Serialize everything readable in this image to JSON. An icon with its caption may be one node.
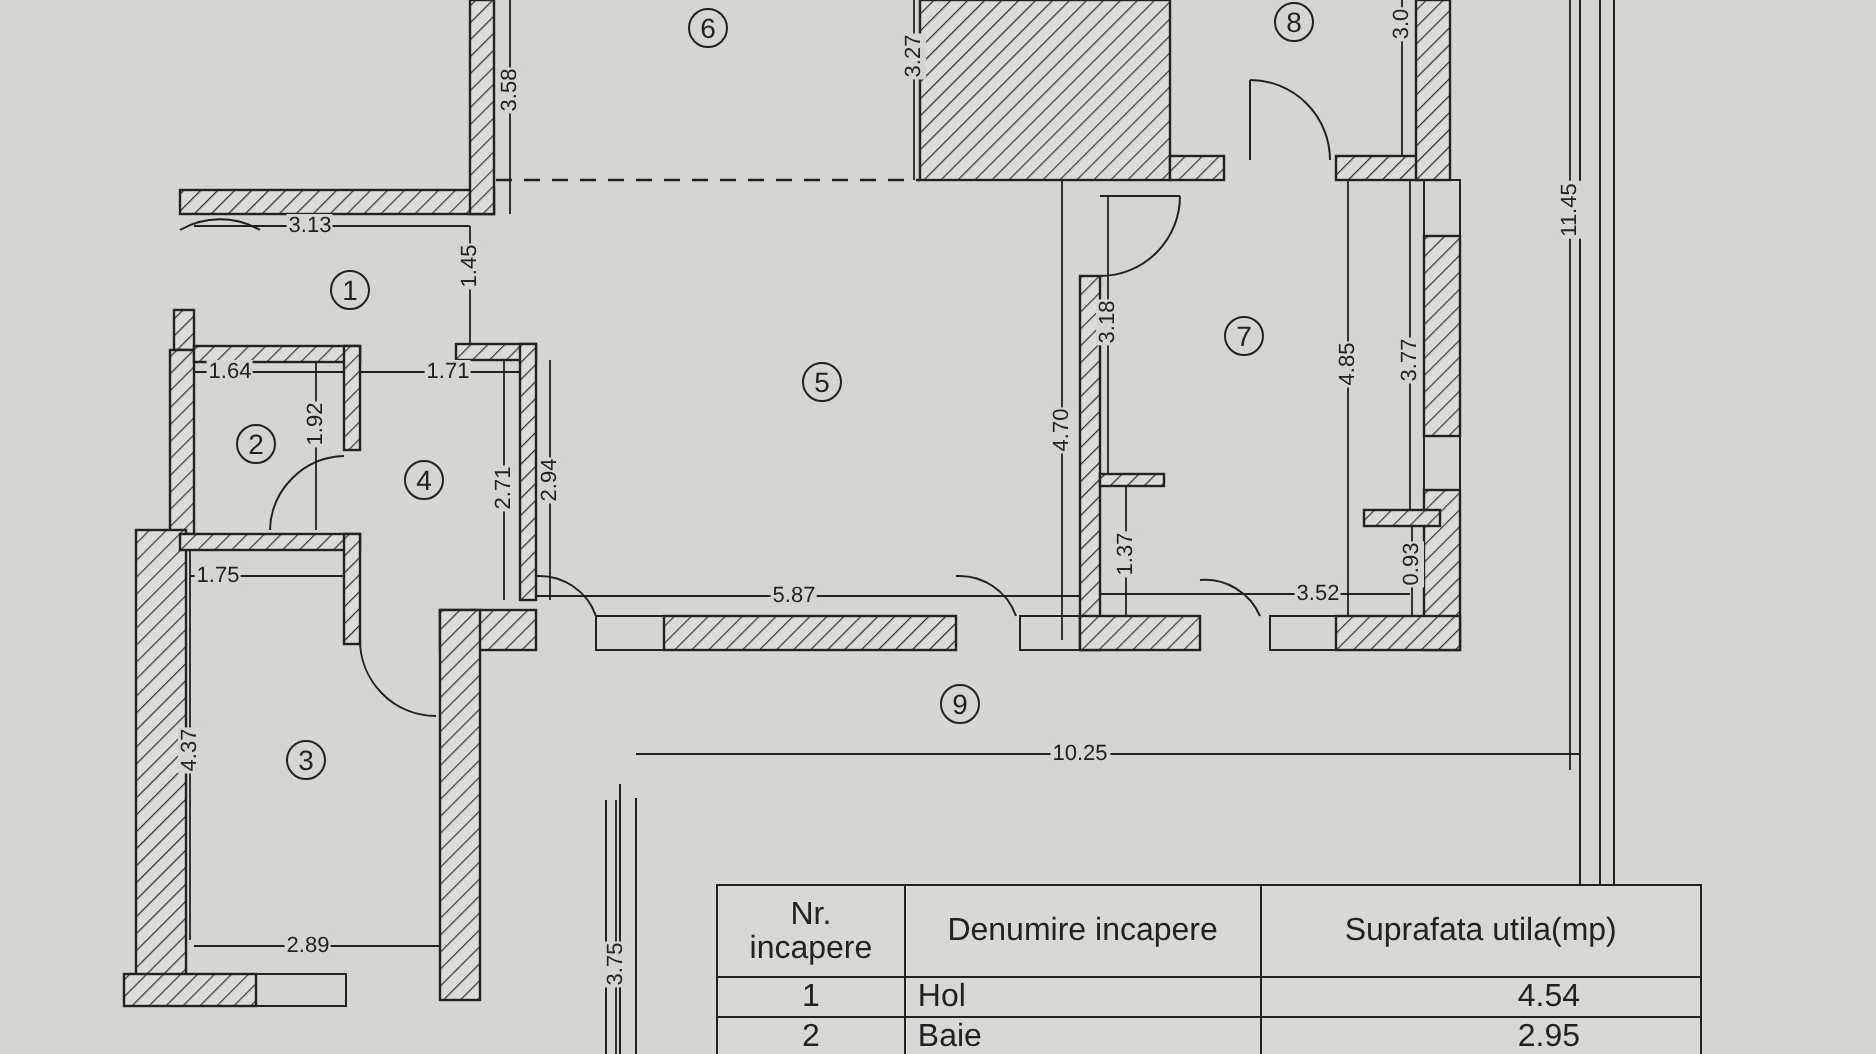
{
  "diagram": {
    "nodes": [
      {
        "text": [
          "1"
        ]
      },
      {
        "text": [
          "2"
        ]
      },
      {
        "text": [
          "3"
        ]
      },
      {
        "text": [
          "4"
        ]
      },
      {
        "text": [
          "5"
        ]
      },
      {
        "text": [
          "6"
        ]
      },
      {
        "text": [
          "7"
        ]
      },
      {
        "text": [
          "8"
        ]
      },
      {
        "text": [
          "9"
        ]
      }
    ],
    "labels": [
      "3.58",
      "3.27",
      "3.0",
      "3.13",
      "1.45",
      "3.18",
      "1.64",
      "1.71",
      "1.92",
      "4.70",
      "4.85",
      "3.77",
      "11.45",
      "2.71",
      "2.94",
      "1.75",
      "1.37",
      "5.87",
      "3.52",
      "0.93",
      "10.25",
      "4.37",
      "2.89",
      "3.75",
      "Nr. incapere",
      "Denumire incapere",
      "Suprafata utila(mp)",
      "1",
      "Hol",
      "4.54",
      "2",
      "Baie",
      "2.95"
    ]
  }
}
